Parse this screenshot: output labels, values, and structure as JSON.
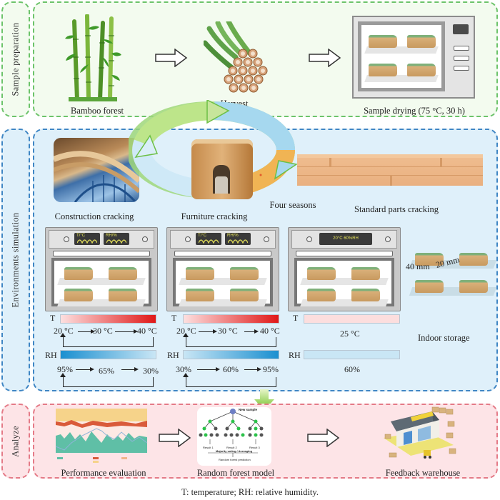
{
  "sections": {
    "prep": {
      "label": "Sample preparation"
    },
    "env": {
      "label": "Environments simulation"
    },
    "analyze": {
      "label": "Analyze"
    }
  },
  "prep": {
    "items": [
      {
        "label": "Bamboo forest",
        "icon": "bamboo-icon"
      },
      {
        "label": "Harvest",
        "icon": "bamboo-bundle-icon"
      },
      {
        "label": "Sample drying (75 °C, 30 h)",
        "icon": "drying-oven-icon"
      }
    ]
  },
  "env": {
    "cycle_label": "Four seasons",
    "applications": [
      {
        "label": "Construction cracking"
      },
      {
        "label": "Furniture cracking"
      },
      {
        "label": "Standard parts cracking"
      }
    ],
    "chambers": [
      {
        "display_t": "T/°C",
        "display_rh": "RH/%",
        "t_label": "T",
        "rh_label": "RH",
        "t_steps": [
          "20 °C",
          "30 °C",
          "40 °C"
        ],
        "rh_steps": [
          "95%",
          "65%",
          "30%"
        ],
        "t_gradient": [
          "#fde0e0",
          "#e01818"
        ],
        "rh_gradient": [
          "#1a8fd0",
          "#c9e6f5"
        ]
      },
      {
        "display_t": "T/°C",
        "display_rh": "RH/%",
        "t_label": "T",
        "rh_label": "RH",
        "t_steps": [
          "20 °C",
          "30 °C",
          "40 °C"
        ],
        "rh_steps": [
          "30%",
          "60%",
          "95%"
        ],
        "t_gradient": [
          "#fde0e0",
          "#e01818"
        ],
        "rh_gradient": [
          "#c9e6f5",
          "#1a8fd0"
        ]
      },
      {
        "display": "20°C 60%RH",
        "t_label": "T",
        "rh_label": "RH",
        "t_value": "25 °C",
        "rh_value": "60%",
        "t_color": "#fcdede",
        "rh_color": "#c9e6f5"
      }
    ],
    "sample": {
      "dim_length": "40 mm",
      "dim_width": "20 mm",
      "label": "Indoor storage"
    }
  },
  "analyze": {
    "items": [
      {
        "label": "Performance evaluation"
      },
      {
        "label": "Random forest model"
      },
      {
        "label": "Feedback warehouse"
      }
    ],
    "rf": {
      "new_sample": "New sample",
      "results": [
        "Result 1",
        "Result 2",
        "Result 3"
      ],
      "voting": "Majority voting / Averaging",
      "prediction": "Random forest prediction"
    }
  },
  "footnote": "T: temperature; RH: relative humidity."
}
